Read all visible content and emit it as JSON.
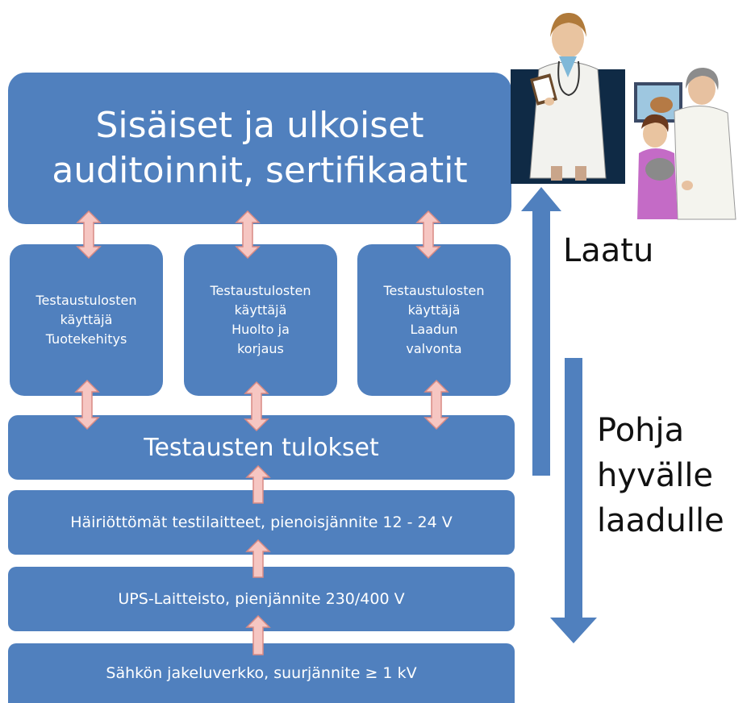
{
  "top_box": {
    "line1": "Sisäiset ja ulkoiset",
    "line2": "auditoinnit, sertifikaatit"
  },
  "user_boxes": [
    {
      "lines": [
        "Testaustulosten",
        "käyttäjä",
        "Tuotekehitys"
      ]
    },
    {
      "lines": [
        "Testaustulosten",
        "käyttäjä",
        "Huolto ja",
        "korjaus"
      ]
    },
    {
      "lines": [
        "Testaustulosten",
        "käyttäjä",
        "Laadun",
        "valvonta"
      ]
    }
  ],
  "results_box": "Testausten tulokset",
  "bands": [
    "Häiriöttömät testilaitteet, pienoisjännite 12 - 24 V",
    "UPS-Laitteisto, pienjännite 230/400 V",
    "Sähkön jakeluverkko, suurjännite ≥ 1 kV"
  ],
  "side_labels": {
    "up": "Laatu",
    "down": [
      "Pohja",
      "hyvälle",
      "laadulle"
    ]
  },
  "colors": {
    "box_fill": "#5080be",
    "connector_fill": "#f6c6c2",
    "connector_stroke": "#d98a84",
    "side_arrow": "#5080be"
  }
}
